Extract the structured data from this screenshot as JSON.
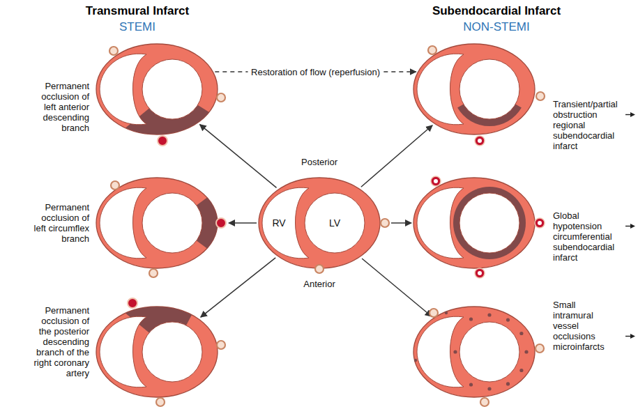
{
  "diagram": {
    "nodes": [
      {
        "text": [
          "Permanent occlusion of left anterior descending branch"
        ]
      },
      {
        "text": [
          "Transient/partial obstruction regional subendocardial infarct"
        ]
      },
      {
        "text": [
          "Permanent occlusion of left circumflex branch"
        ]
      },
      {
        "text": [
          "RV",
          "LV"
        ]
      },
      {
        "text": [
          "Global hypotension circumferential subendocardial infarct"
        ]
      },
      {
        "text": [
          "Permanent occlusion of the posterior descending branch of the right coronary artery"
        ]
      },
      {
        "text": [
          "Small intramural vessel occlusions microinfarcts"
        ]
      }
    ],
    "edges": [
      {
        "from": 0,
        "to": 1,
        "arrow": "to",
        "label": "Restoration of flow (reperfusion)"
      },
      {
        "from": 3,
        "to": 0,
        "arrow": "to"
      },
      {
        "from": 3,
        "to": 1,
        "arrow": "to"
      },
      {
        "from": 3,
        "to": 2,
        "arrow": "to"
      },
      {
        "from": 3,
        "to": 4,
        "arrow": "to"
      },
      {
        "from": 3,
        "to": 5,
        "arrow": "to"
      },
      {
        "from": 3,
        "to": 6,
        "arrow": "to"
      }
    ],
    "labels": [
      "Transmural Infarct",
      "STEMI",
      "Subendocardial Infarct",
      "NON-STEMI",
      "Posterior",
      "Anterior"
    ]
  }
}
